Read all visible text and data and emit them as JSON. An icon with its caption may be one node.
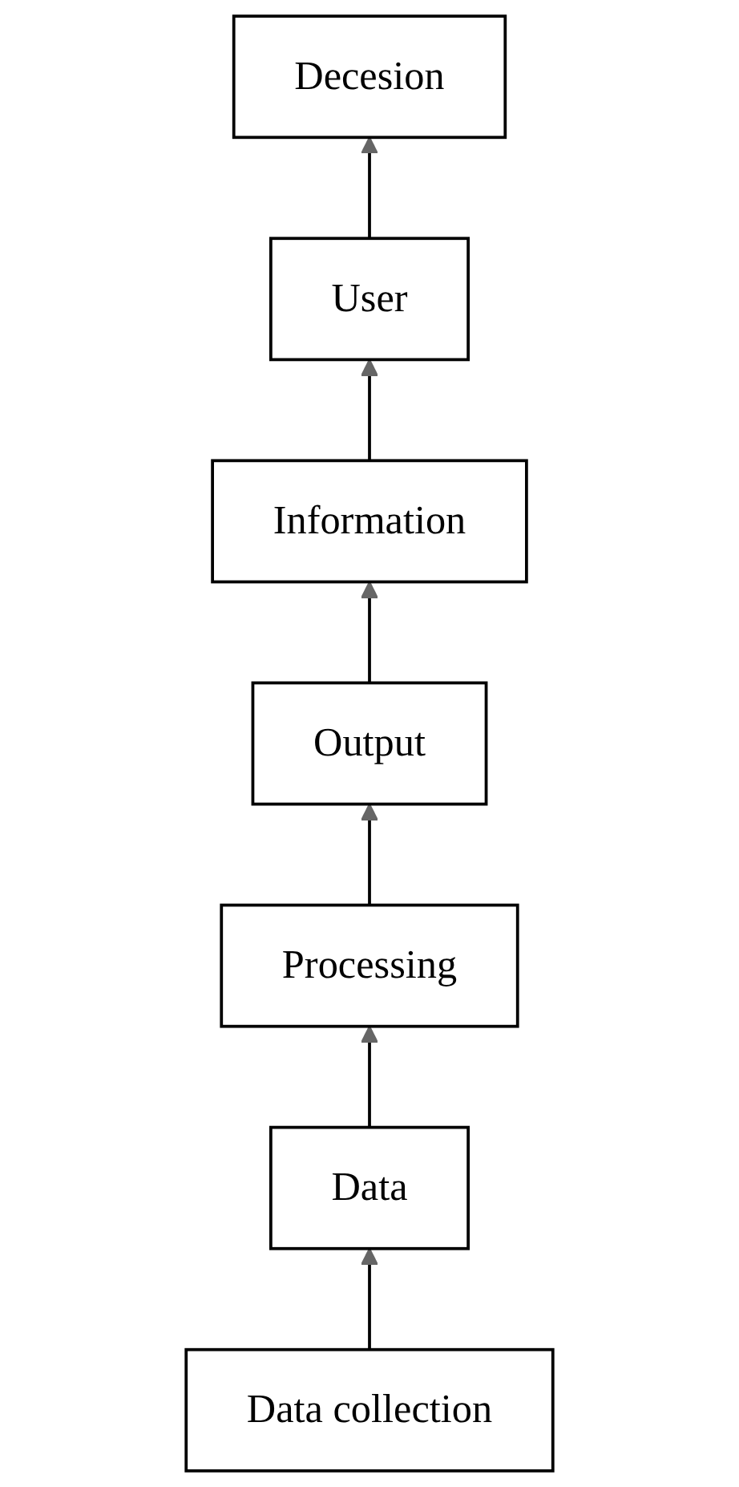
{
  "diagram": {
    "nodes": [
      {
        "text": [
          "User"
        ]
      },
      {
        "text": [
          "Decesion"
        ]
      },
      {
        "text": [
          "Information"
        ]
      },
      {
        "text": [
          "Output"
        ]
      },
      {
        "text": [
          "Processing"
        ]
      },
      {
        "text": [
          "Data"
        ]
      },
      {
        "text": [
          "Data collection"
        ]
      }
    ],
    "edges": [
      {
        "from": 6,
        "to": 5,
        "arrow": "to"
      },
      {
        "from": 5,
        "to": 4,
        "arrow": "to"
      },
      {
        "from": 4,
        "to": 3,
        "arrow": "to"
      },
      {
        "from": 3,
        "to": 2,
        "arrow": "to"
      },
      {
        "from": 2,
        "to": 0,
        "arrow": "to"
      },
      {
        "from": 0,
        "to": 1,
        "arrow": "to"
      }
    ]
  }
}
